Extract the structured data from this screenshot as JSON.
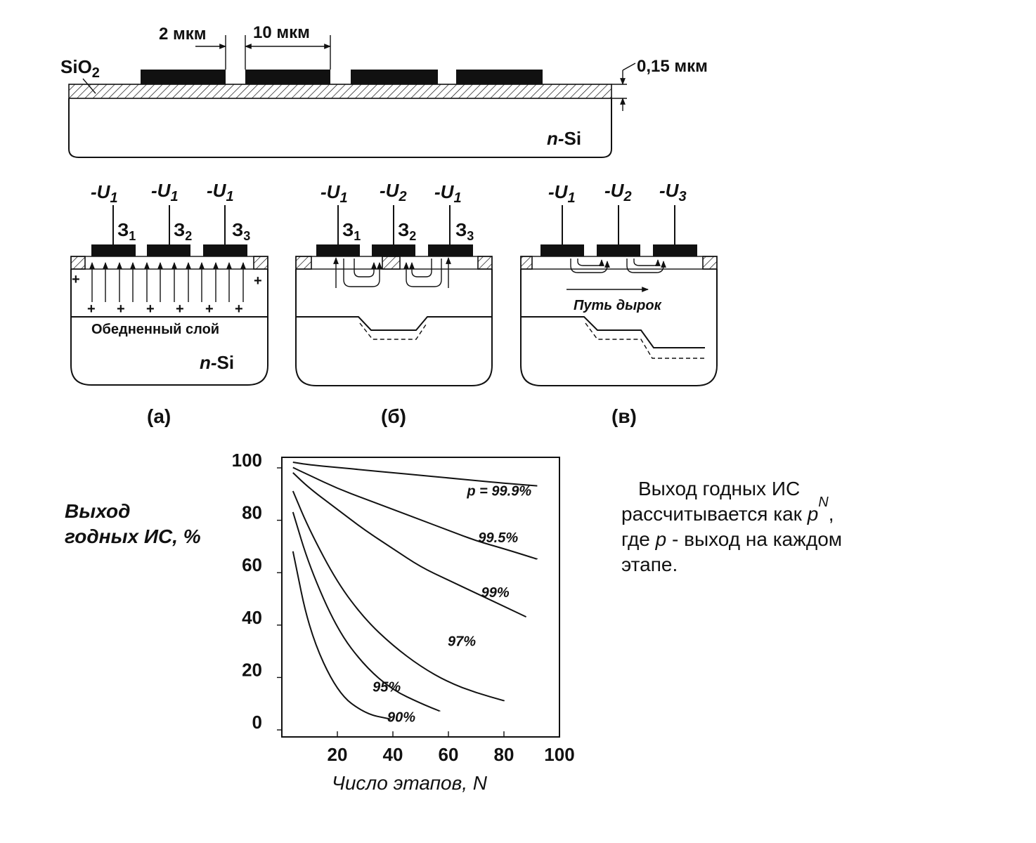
{
  "top_diagram": {
    "gap_label": "2 мкм",
    "electrode_label": "10 мкм",
    "oxide_label": "SiO",
    "oxide_sub": "2",
    "thickness_label": "0,15 мкм",
    "substrate_n": "n-",
    "substrate_si": "Si"
  },
  "panels": [
    {
      "caption": "(а)",
      "voltages": [
        {
          "pre": "-U",
          "sub": "1"
        },
        {
          "pre": "-U",
          "sub": "1"
        },
        {
          "pre": "-U",
          "sub": "1"
        }
      ],
      "gates": [
        {
          "pre": "З",
          "sub": "1"
        },
        {
          "pre": "З",
          "sub": "2"
        },
        {
          "pre": "З",
          "sub": "3"
        }
      ],
      "depletion_label": "Обедненный слой",
      "substrate_n": "n-",
      "substrate_si": "Si",
      "plus_sign": "+"
    },
    {
      "caption": "(б)",
      "voltages": [
        {
          "pre": "-U",
          "sub": "1"
        },
        {
          "pre": "-U",
          "sub": "2"
        },
        {
          "pre": "-U",
          "sub": "1"
        }
      ],
      "gates": [
        {
          "pre": "З",
          "sub": "1"
        },
        {
          "pre": "З",
          "sub": "2"
        },
        {
          "pre": "З",
          "sub": "3"
        }
      ]
    },
    {
      "caption": "(в)",
      "voltages": [
        {
          "pre": "-U",
          "sub": "1"
        },
        {
          "pre": "-U",
          "sub": "2"
        },
        {
          "pre": "-U",
          "sub": "3"
        }
      ],
      "hole_path_label": "Путь дырок"
    }
  ],
  "chart_data": {
    "type": "line",
    "ylabel_line1": "Выход",
    "ylabel_line2": "годных ИС, %",
    "xlabel": "Число этапов, N",
    "xlim": [
      0,
      100
    ],
    "ylim": [
      0,
      100
    ],
    "xticks": [
      20,
      40,
      60,
      80,
      100
    ],
    "yticks": [
      0,
      20,
      40,
      60,
      80,
      100
    ],
    "series": [
      {
        "name": "p = 99.9%",
        "p": 0.999,
        "x": [
          4,
          10,
          20,
          30,
          40,
          50,
          60,
          70,
          80,
          92
        ],
        "y": [
          100,
          99,
          98,
          97,
          96,
          95,
          94,
          93,
          92,
          91
        ]
      },
      {
        "name": "99.5%",
        "p": 0.995,
        "x": [
          4,
          10,
          20,
          30,
          40,
          50,
          60,
          70,
          80,
          92
        ],
        "y": [
          98,
          95,
          90,
          86,
          82,
          78,
          74,
          70,
          67,
          63
        ]
      },
      {
        "name": "99%",
        "p": 0.99,
        "x": [
          4,
          10,
          20,
          30,
          40,
          50,
          60,
          70,
          80,
          88
        ],
        "y": [
          96,
          90,
          82,
          74,
          67,
          60,
          55,
          50,
          45,
          41
        ]
      },
      {
        "name": "97%",
        "p": 0.97,
        "x": [
          4,
          10,
          20,
          30,
          40,
          50,
          60,
          70,
          80
        ],
        "y": [
          89,
          74,
          54,
          40,
          30,
          22,
          16,
          12,
          9
        ]
      },
      {
        "name": "95%",
        "p": 0.95,
        "x": [
          4,
          10,
          20,
          30,
          40,
          50,
          57
        ],
        "y": [
          81,
          60,
          36,
          22,
          13,
          8,
          5
        ]
      },
      {
        "name": "90%",
        "p": 0.9,
        "x": [
          4,
          10,
          20,
          30,
          39
        ],
        "y": [
          66,
          35,
          12,
          4,
          2
        ]
      }
    ]
  },
  "side_note": {
    "line1": "Выход годных ИС",
    "line2_pre": "рассчитывается как ",
    "line2_p": "p",
    "line2_sup": "N",
    "line2_post": ",",
    "line3_pre": "где ",
    "line3_p": "p",
    "line3_post": " - выход на каждом",
    "line4": "этапе."
  }
}
